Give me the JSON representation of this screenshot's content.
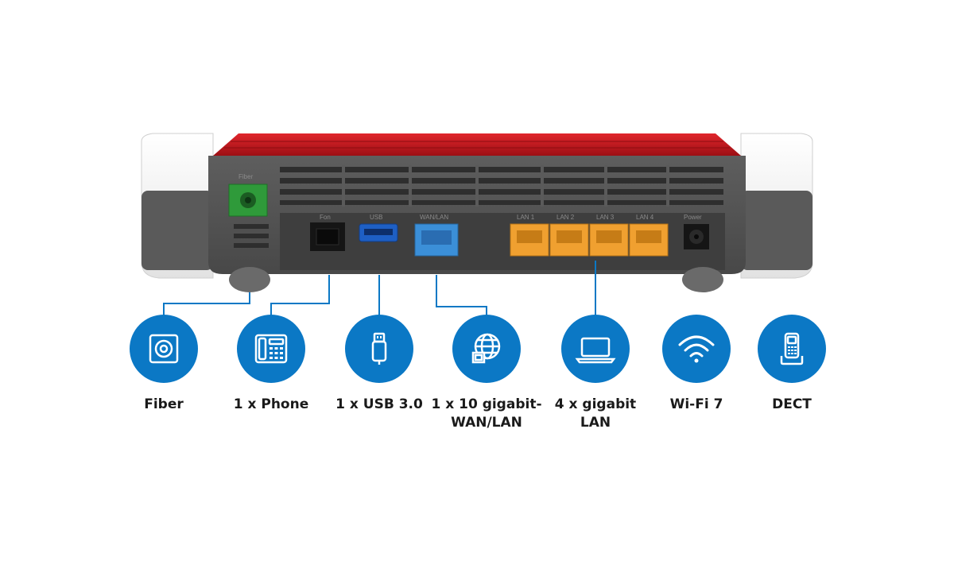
{
  "device": {
    "port_labels": {
      "fiber": "Fiber",
      "phone": "Fon",
      "usb": "USB",
      "wan": "WAN/LAN",
      "lan1": "LAN 1",
      "lan2": "LAN 2",
      "lan3": "LAN 3",
      "lan4": "LAN 4",
      "power": "Power"
    }
  },
  "features": [
    {
      "label": "Fiber",
      "icon": "fiber-port-icon"
    },
    {
      "label": "1 x Phone",
      "icon": "phone-icon"
    },
    {
      "label": "1 x USB 3.0",
      "icon": "usb-icon"
    },
    {
      "label": "1 x 10 gigabit-\nWAN/LAN",
      "icon": "globe-lan-icon"
    },
    {
      "label": "4 x gigabit\nLAN",
      "icon": "laptop-icon"
    },
    {
      "label": "Wi-Fi 7",
      "icon": "wifi-icon"
    },
    {
      "label": "DECT",
      "icon": "dect-handset-icon"
    }
  ],
  "colors": {
    "accent_blue": "#0b78c5",
    "chassis_red": "#c8141c",
    "panel_gray": "#545454",
    "fiber_green": "#2f9a3a",
    "lan_orange": "#f0a030",
    "wan_blue": "#3b8fd8"
  }
}
